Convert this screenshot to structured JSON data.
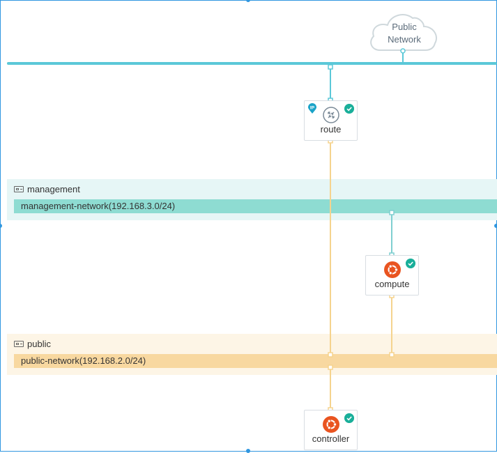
{
  "cloud": {
    "line1": "Public",
    "line2": "Network"
  },
  "subnets": [
    {
      "name": "management",
      "network": "management-network(192.168.3.0/24)"
    },
    {
      "name": "public",
      "network": "public-network(192.168.2.0/24)"
    }
  ],
  "nodes": {
    "route": {
      "label": "route",
      "icon": "router-icon",
      "badges": [
        "ip-badge",
        "check-icon"
      ]
    },
    "compute": {
      "label": "compute",
      "icon": "ubuntu-icon",
      "badges": [
        "check-icon"
      ]
    },
    "controller": {
      "label": "controller",
      "icon": "ubuntu-icon",
      "badges": [
        "check-icon"
      ]
    }
  },
  "ip_badge_text": "IP",
  "colors": {
    "selection": "#2f96e0",
    "public_network_line": "#5bc8d8",
    "management": "#8edcd2",
    "public": "#f8d8a0",
    "status_ok": "#1aaf9a",
    "ubuntu": "#e95420"
  }
}
